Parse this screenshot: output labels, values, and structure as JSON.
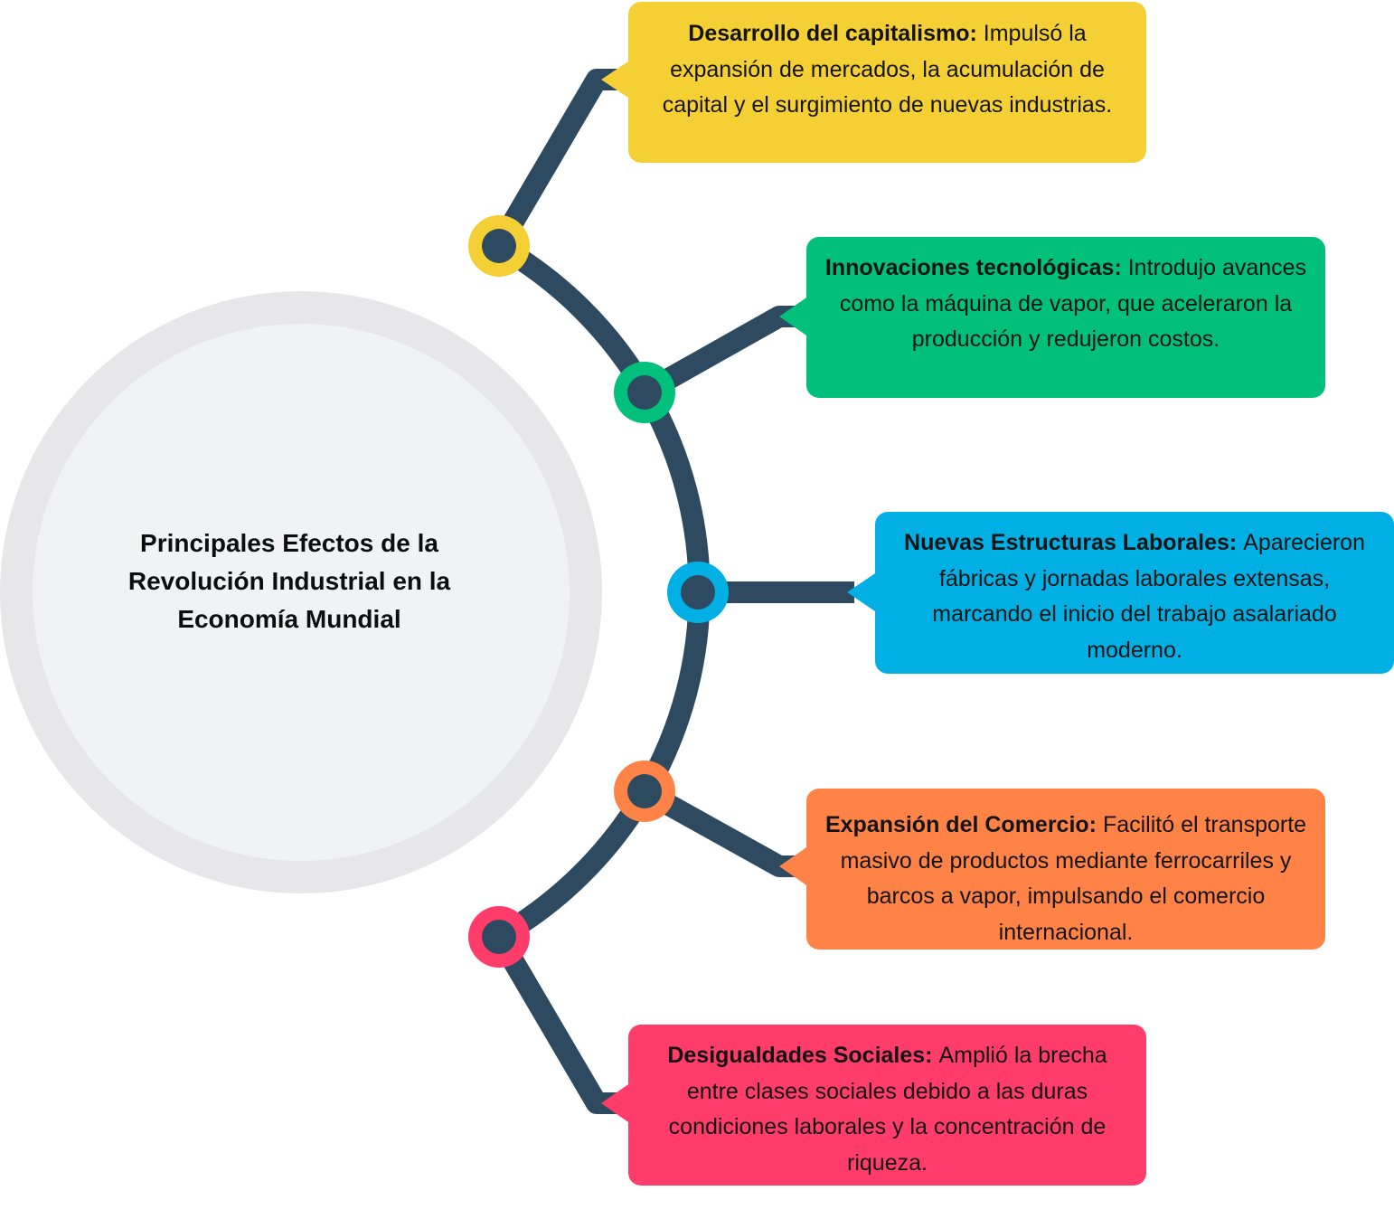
{
  "diagram": {
    "center_title": "Principales Efectos de la Revolución Industrial en la Economía Mundial",
    "spine_color": "#2e4a61",
    "center_colors": {
      "outer": "#e7e7e9",
      "inner": "#f1f2f4"
    },
    "nodes": [
      {
        "title": "Desarrollo del capitalismo:",
        "text": "Impulsó la expansión de mercados, la acumulación de capital y el surgimiento de nuevas industrias.",
        "color": "#f4d035"
      },
      {
        "title": "Innovaciones tecnológicas:",
        "text": "Introdujo avances como la máquina de vapor, que aceleraron la producción y redujeron costos.",
        "color": "#00c07b"
      },
      {
        "title": "Nuevas Estructuras Laborales:",
        "text": "Aparecieron fábricas y jornadas laborales extensas, marcando el inicio del trabajo asalariado moderno.",
        "color": "#00b0e5"
      },
      {
        "title": "Expansión del Comercio:",
        "text": "Facilitó el transporte masivo de productos mediante ferrocarriles y barcos a vapor, impulsando el comercio internacional.",
        "color": "#ff8347"
      },
      {
        "title": "Desigualdades Sociales:",
        "text": "Amplió la brecha entre clases sociales debido a las duras condiciones laborales y la concentración de riqueza.",
        "color": "#ff3c6a"
      }
    ]
  }
}
